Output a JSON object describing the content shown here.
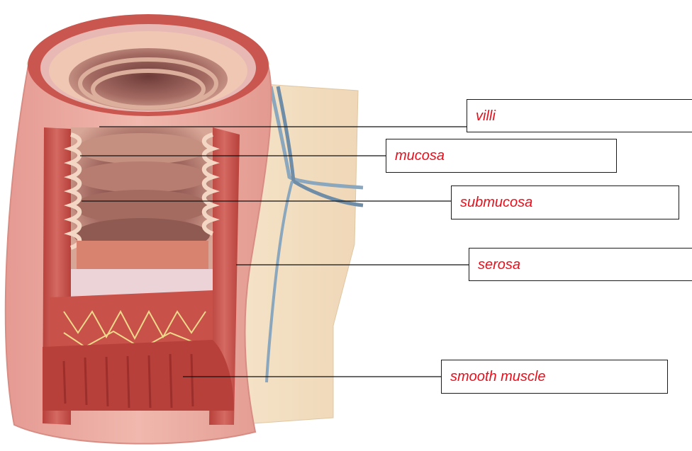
{
  "labels": {
    "villi": "villi",
    "mucosa": "mucosa",
    "submucosa": "submucosa",
    "serosa": "serosa",
    "smooth_muscle": "smooth muscle"
  },
  "colors": {
    "label_text": "#e8101c",
    "leader_line": "#111111",
    "box_border": "#1a1a1a",
    "outer_wall": "#e9a79f",
    "muscle": "#c9564f",
    "mucosa_fold": "#efc7b3",
    "lumen": "#a66a63",
    "mesentery": "#f2dcc0",
    "submucosa_layer": "#ecd3d8",
    "vessel": "#7f9fb6",
    "nerve": "#f0d98a"
  }
}
